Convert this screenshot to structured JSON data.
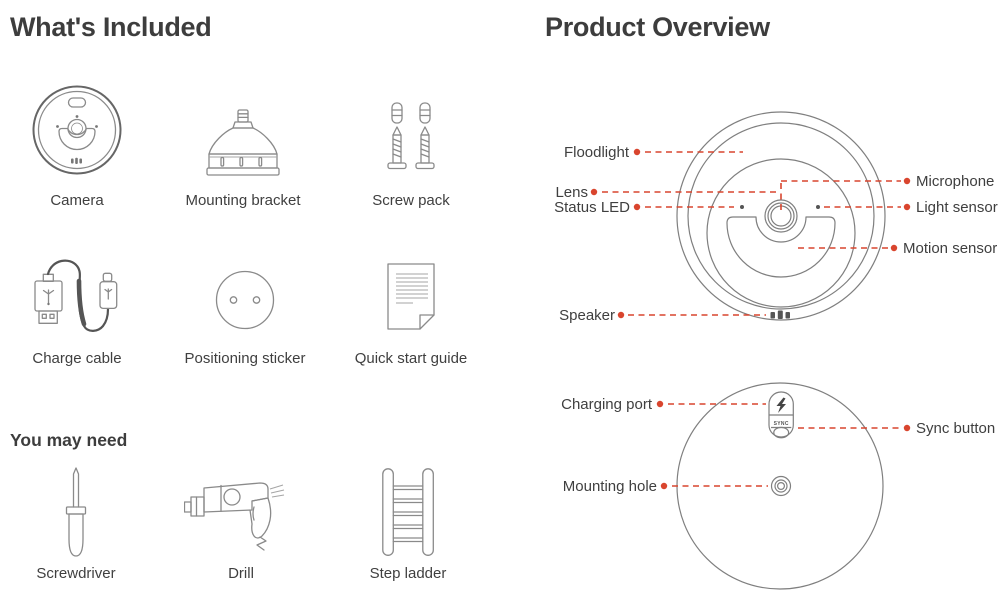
{
  "colors": {
    "accent": "#d9452e",
    "line_art": "#8a8a8a",
    "heading_text": "#3d3d3d",
    "label_text": "#3f3f3f"
  },
  "included": {
    "title": "What's Included",
    "items": [
      {
        "label": "Camera",
        "icon": "camera-icon"
      },
      {
        "label": "Mounting bracket",
        "icon": "mounting-bracket-icon"
      },
      {
        "label": "Screw pack",
        "icon": "screw-pack-icon"
      },
      {
        "label": "Charge cable",
        "icon": "charge-cable-icon"
      },
      {
        "label": "Positioning sticker",
        "icon": "positioning-sticker-icon"
      },
      {
        "label": "Quick start guide",
        "icon": "quick-start-guide-icon"
      }
    ]
  },
  "you_may_need": {
    "title": "You may need",
    "items": [
      {
        "label": "Screwdriver",
        "icon": "screwdriver-icon"
      },
      {
        "label": "Drill",
        "icon": "drill-icon"
      },
      {
        "label": "Step ladder",
        "icon": "step-ladder-icon"
      }
    ]
  },
  "overview": {
    "title": "Product Overview",
    "front": {
      "labels": [
        {
          "text": "Floodlight"
        },
        {
          "text": "Lens"
        },
        {
          "text": "Status LED"
        },
        {
          "text": "Speaker"
        },
        {
          "text": "Microphone"
        },
        {
          "text": "Light sensor"
        },
        {
          "text": "Motion sensor"
        }
      ]
    },
    "back": {
      "labels": [
        {
          "text": "Charging port"
        },
        {
          "text": "Mounting hole"
        },
        {
          "text": "Sync button"
        }
      ],
      "sync_label": "SYNC"
    }
  }
}
